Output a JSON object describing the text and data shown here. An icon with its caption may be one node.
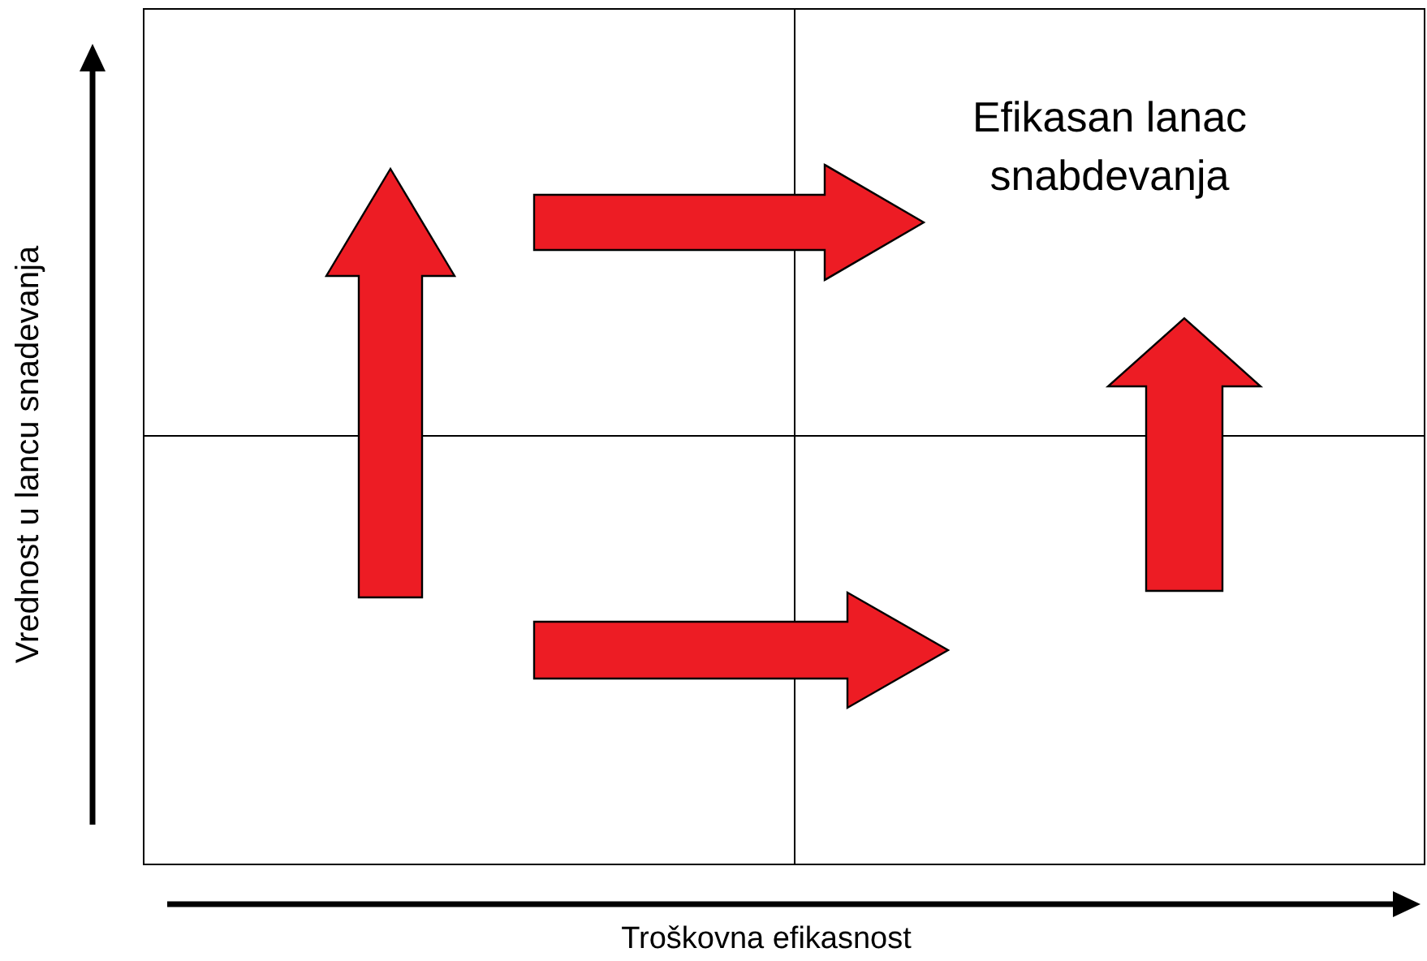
{
  "diagram": {
    "nodes": [
      {
        "text": [],
        "shape": "box"
      },
      {
        "text": [
          "Efikasan lanac snabdevanja"
        ]
      },
      {
        "text": [],
        "shape": "box"
      },
      {
        "text": [],
        "shape": "box"
      }
    ],
    "edges": [
      {
        "from": 2,
        "to": 0,
        "arrow": "to"
      },
      {
        "from": 0,
        "to": 1,
        "arrow": "to"
      },
      {
        "from": 2,
        "to": 3,
        "arrow": "to"
      },
      {
        "from": 3,
        "to": 1,
        "arrow": "to"
      }
    ],
    "labels": [
      "Vrednost u lancu snadevanja",
      "Troškovna efikasnost"
    ]
  }
}
